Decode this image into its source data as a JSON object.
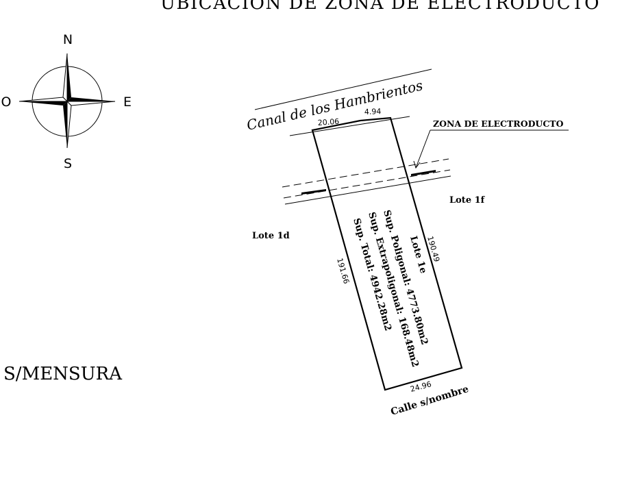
{
  "title": "UBICACION DE ZONA DE ELECTRODUCTO",
  "compass": {
    "north": "N",
    "south": "S",
    "east": "E",
    "west": "O"
  },
  "canal_label": "Canal de los Hambrientos",
  "street_label": "Calle s/nombre",
  "zone_label": "ZONA DE ELECTRODUCTO",
  "neighbors": {
    "left": "Lote 1d",
    "right": "Lote 1f"
  },
  "lot": {
    "name": "Lote 1e",
    "sup_poligonal": "Sup. Poligonal: 4773.80m2",
    "sup_extrapoligonal": "Sup. Extrapoligonal: 168.48m2",
    "sup_total": "Sup. Total: 4942.28m2"
  },
  "dimensions": {
    "top_left": "20.06",
    "top_right": "4.94",
    "right_side": "190.49",
    "left_side": "191.66",
    "bottom": "24.96"
  },
  "side_note": "S/MENSURA"
}
